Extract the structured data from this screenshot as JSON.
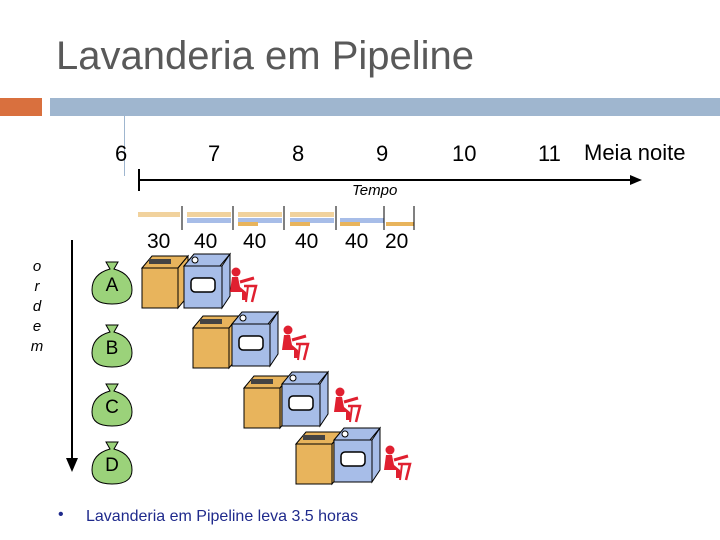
{
  "slide": {
    "title": "Lavanderia em Pipeline",
    "hours": [
      "6",
      "7",
      "8",
      "9",
      "10",
      "11"
    ],
    "midnight_label": "Meia noite",
    "axis_label": "Tempo",
    "durations": [
      "30",
      "40",
      "40",
      "40",
      "40",
      "20"
    ],
    "order_letters": [
      "o",
      "r",
      "d",
      "e",
      "m"
    ],
    "loads": [
      "A",
      "B",
      "C",
      "D"
    ],
    "footer": "Lavanderia em Pipeline leva 3.5 horas",
    "bullet": "•"
  },
  "colors": {
    "title": "#595959",
    "accent_orange": "#d9703e",
    "accent_blue": "#9fb6cf",
    "bag_green": "#9bd27a",
    "washer": "#e8b45c",
    "dryer": "#a7bde8",
    "folder": "#e02030",
    "footer_text": "#1f2a8c"
  }
}
